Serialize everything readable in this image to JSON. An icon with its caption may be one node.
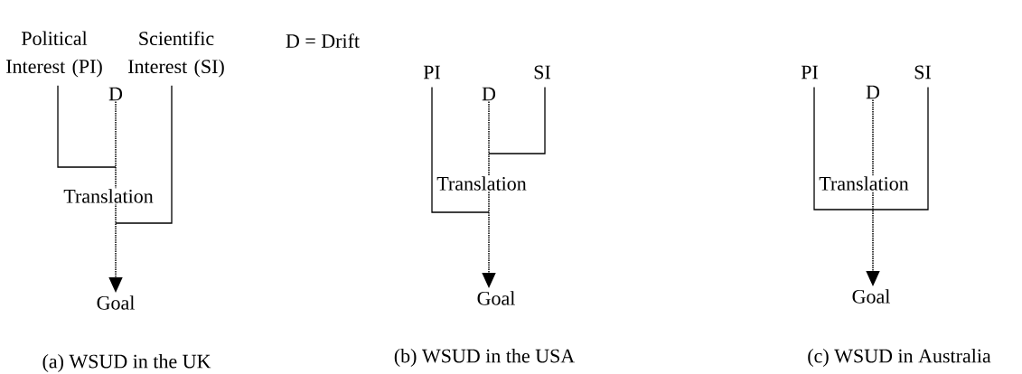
{
  "diagram": {
    "nodes": [
      {
        "text": [
          "Political Interest (PI)"
        ]
      },
      {
        "text": [
          "Scientific Interest (SI)"
        ]
      },
      {
        "text": [
          "D"
        ]
      },
      {
        "text": [
          "Goal"
        ]
      },
      {
        "text": [
          "PI"
        ]
      },
      {
        "text": [
          "SI"
        ]
      },
      {
        "text": [
          "D"
        ]
      },
      {
        "text": [
          "Goal"
        ]
      },
      {
        "text": [
          "PI"
        ]
      },
      {
        "text": [
          "SI"
        ]
      },
      {
        "text": [
          "D"
        ]
      },
      {
        "text": [
          "Goal"
        ]
      }
    ],
    "edges": [
      {
        "from": 2,
        "to": 3,
        "arrow": "to",
        "style": "dashed"
      },
      {
        "from": 0,
        "to": null,
        "arrow": "none"
      },
      {
        "from": 1,
        "to": null,
        "arrow": "none"
      },
      {
        "from": 6,
        "to": 7,
        "arrow": "to",
        "style": "dashed"
      },
      {
        "from": 4,
        "to": null,
        "arrow": "none"
      },
      {
        "from": 5,
        "to": null,
        "arrow": "none"
      },
      {
        "from": 10,
        "to": 11,
        "arrow": "to",
        "style": "dashed"
      },
      {
        "from": 8,
        "to": 9,
        "arrow": "none"
      }
    ],
    "labels": [
      "D = Drift",
      "Translation",
      "Translation",
      "Translation",
      "(a) WSUD in the UK",
      "(b) WSUD in the USA",
      "(c) WSUD in Australia"
    ]
  }
}
